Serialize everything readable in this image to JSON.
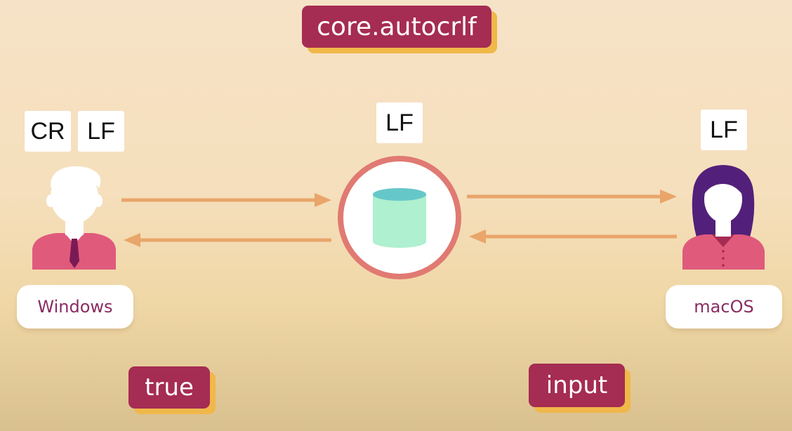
{
  "title": "core.autocrlf",
  "windows": {
    "label": "Windows",
    "line_endings": [
      "CR",
      "LF"
    ],
    "setting": "true"
  },
  "repository": {
    "line_ending": "LF",
    "icon": "database-icon"
  },
  "macos": {
    "label": "macOS",
    "line_ending": "LF",
    "setting": "input"
  },
  "colors": {
    "pill": "#a52c52",
    "pill_shadow": "#f0b84a",
    "arrow": "#e9a56a",
    "ring": "#e07a72",
    "cylinder": "#aef0cf",
    "cylinder_top": "#66c7c9",
    "person_shirt": "#e05a7c",
    "label_text": "#8a2c62"
  }
}
